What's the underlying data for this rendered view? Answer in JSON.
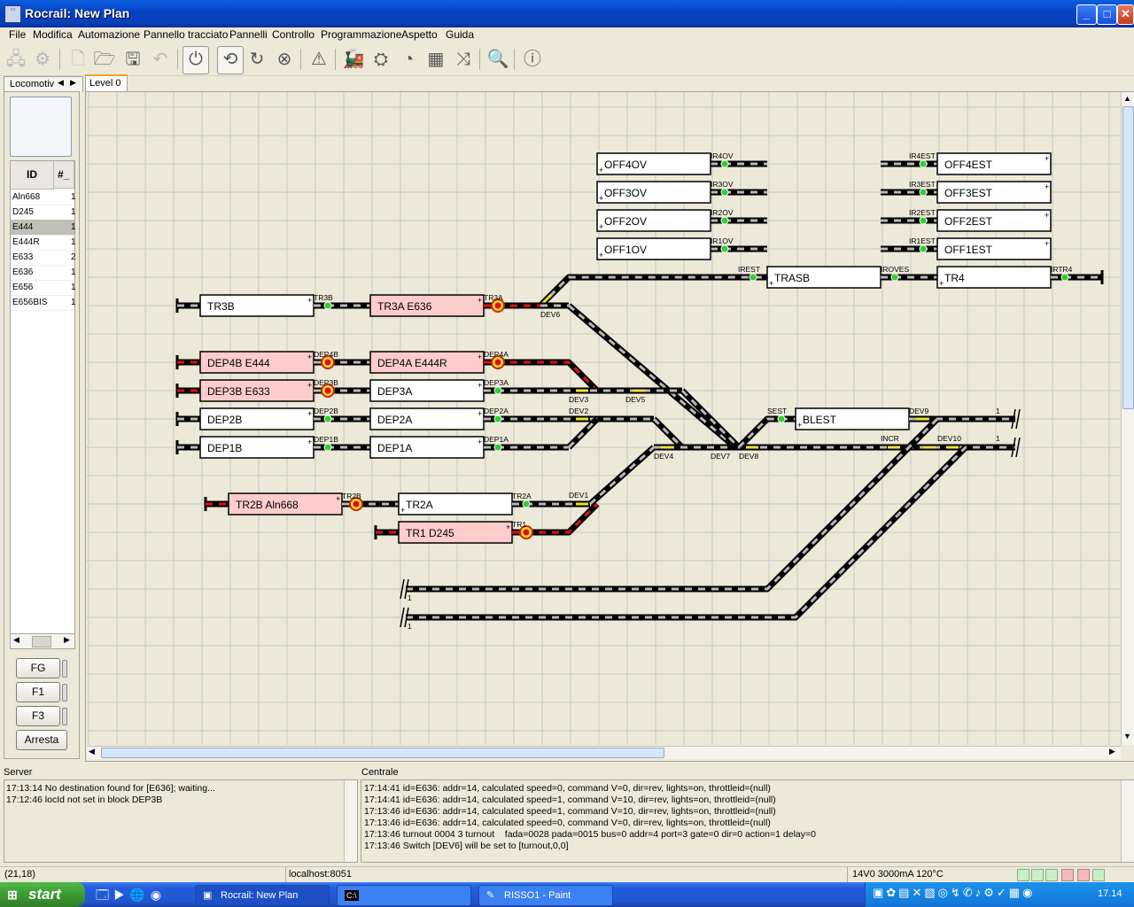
{
  "window": {
    "title": "Rocrail: New Plan",
    "app_icon": "rocrail-icon"
  },
  "menu": [
    "File",
    "Modifica",
    "Automazione",
    "Pannello tracciato",
    "Pannelli",
    "Controllo",
    "Programmazione",
    "Aspetto",
    "Guida"
  ],
  "toolbar": [
    "network-icon",
    "gear-icon",
    "new-file-icon",
    "open-folder-icon",
    "save-icon",
    "undo-icon",
    "power-icon",
    "auto-cycle-icon",
    "rotate-icon",
    "cancel-icon",
    "warning-icon",
    "train-icon",
    "throttle-icon",
    "gauge-icon",
    "grid-icon",
    "shuffle-icon",
    "zoom-icon",
    "info-icon"
  ],
  "left_panel": {
    "tab_label": "Locomotiv",
    "columns": [
      "ID",
      "#_"
    ],
    "locos": [
      {
        "id": "Aln668",
        "n": "1"
      },
      {
        "id": "D245",
        "n": "1"
      },
      {
        "id": "E444",
        "n": "1",
        "selected": true
      },
      {
        "id": "E444R",
        "n": "1"
      },
      {
        "id": "E633",
        "n": "2"
      },
      {
        "id": "E636",
        "n": "1"
      },
      {
        "id": "E656",
        "n": "1"
      },
      {
        "id": "E656BIS",
        "n": "1"
      }
    ],
    "function_buttons": [
      "FG",
      "F1",
      "F3"
    ],
    "stop_button": "Arresta"
  },
  "plan": {
    "tab_label": "Level 0",
    "blocks": [
      {
        "name": "OFF4OV",
        "occupied": false
      },
      {
        "name": "OFF3OV",
        "occupied": false
      },
      {
        "name": "OFF2OV",
        "occupied": false
      },
      {
        "name": "OFF1OV",
        "occupied": false
      },
      {
        "name": "OFF4EST",
        "occupied": false
      },
      {
        "name": "OFF3EST",
        "occupied": false
      },
      {
        "name": "OFF2EST",
        "occupied": false
      },
      {
        "name": "OFF1EST",
        "occupied": false
      },
      {
        "name": "TRASB",
        "occupied": false
      },
      {
        "name": "TR4",
        "occupied": false
      },
      {
        "name": "TR3B",
        "occupied": false
      },
      {
        "name": "TR3A E636",
        "occupied": true
      },
      {
        "name": "DEP4B E444",
        "occupied": true
      },
      {
        "name": "DEP4A E444R",
        "occupied": true
      },
      {
        "name": "DEP3B E633",
        "occupied": true
      },
      {
        "name": "DEP3A",
        "occupied": false
      },
      {
        "name": "DEP2B",
        "occupied": false
      },
      {
        "name": "DEP2A",
        "occupied": false
      },
      {
        "name": "DEP1B",
        "occupied": false
      },
      {
        "name": "DEP1A",
        "occupied": false
      },
      {
        "name": "BLEST",
        "occupied": false
      },
      {
        "name": "TR2B Aln668",
        "occupied": true
      },
      {
        "name": "TR2A",
        "occupied": false
      },
      {
        "name": "TR1 D245",
        "occupied": true
      }
    ],
    "sensors": [
      "IR4OV",
      "IR3OV",
      "IR2OV",
      "IR1OV",
      "IR4EST",
      "IR3EST",
      "IR2EST",
      "IR1EST",
      "IREST",
      "IROVES",
      "IRTR4",
      "TR3B",
      "TR3A",
      "DEP4B",
      "DEP4A",
      "DEP3B",
      "DEP3A",
      "DEP2B",
      "DEP2A",
      "DEP1B",
      "DEP1A",
      "SEST",
      "TR2B",
      "TR2A",
      "TR1",
      "INCR"
    ],
    "switches": [
      "DEV6",
      "DEV3",
      "DEV5",
      "DEV2",
      "DEV4",
      "DEV7",
      "DEV8",
      "DEV9",
      "DEV10",
      "DEV1"
    ],
    "connector_label": "1",
    "colors": {
      "track": "#000000",
      "sleeper": "#b8b8b8",
      "occupied": "#e01010",
      "occupied_block": "#ffcccc",
      "sensor_free": "#30d030",
      "switch_active": "#f0e030"
    }
  },
  "server_log": {
    "title": "Server",
    "lines": [
      "17:13:14 No destination found for [E636]; waiting...",
      "17:12:46 locId not set in block DEP3B"
    ]
  },
  "central_log": {
    "title": "Centrale",
    "lines": [
      "17:14:41 id=E636: addr=14, calculated speed=0, command V=0, dir=rev, lights=on, throttleid=(null)",
      "17:14:41 id=E636: addr=14, calculated speed=1, command V=10, dir=rev, lights=on, throttleid=(null)",
      "17:13:46 id=E636: addr=14, calculated speed=1, command V=10, dir=rev, lights=on, throttleid=(null)",
      "17:13:46 id=E636: addr=14, calculated speed=0, command V=0, dir=rev, lights=on, throttleid=(null)",
      "17:13:46 turnout 0004 3 turnout    fada=0028 pada=0015 bus=0 addr=4 port=3 gate=0 dir=0 action=1 delay=0",
      "17:13:46 Switch [DEV6] will be set to [turnout,0,0]"
    ]
  },
  "status": {
    "coords": "(21,18)",
    "host": "localhost:8051",
    "power": "14V0 3000mA 120°C"
  },
  "taskbar": {
    "start": "start",
    "tasks": [
      {
        "label": "Rocrail: New Plan",
        "active": true
      },
      {
        "label": "C:\\",
        "active": false
      },
      {
        "label": "RISSO1 - Paint",
        "active": false
      }
    ],
    "clock": "17.14"
  }
}
